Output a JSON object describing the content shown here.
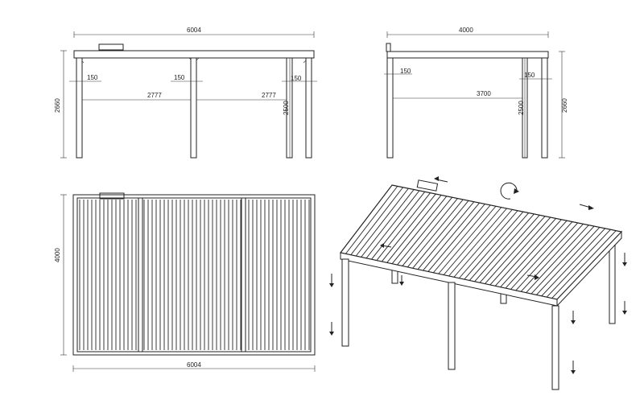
{
  "views": {
    "front": {
      "overall_width": "6004",
      "overall_height": "2660",
      "post_height": "2500",
      "span_left": "2777",
      "span_right": "2777",
      "offset_left": "150",
      "offset_middle": "150",
      "offset_right": "150"
    },
    "side": {
      "overall_width": "4000",
      "overall_height": "2660",
      "post_height": "2500",
      "span": "3700",
      "offset_left": "150",
      "offset_right": "150"
    },
    "top": {
      "width": "6004",
      "depth": "4000"
    }
  },
  "colors": {
    "line": "#222222",
    "background": "#ffffff"
  },
  "icons": [
    "rotation-arrow-icon",
    "direction-arrow-icon"
  ]
}
